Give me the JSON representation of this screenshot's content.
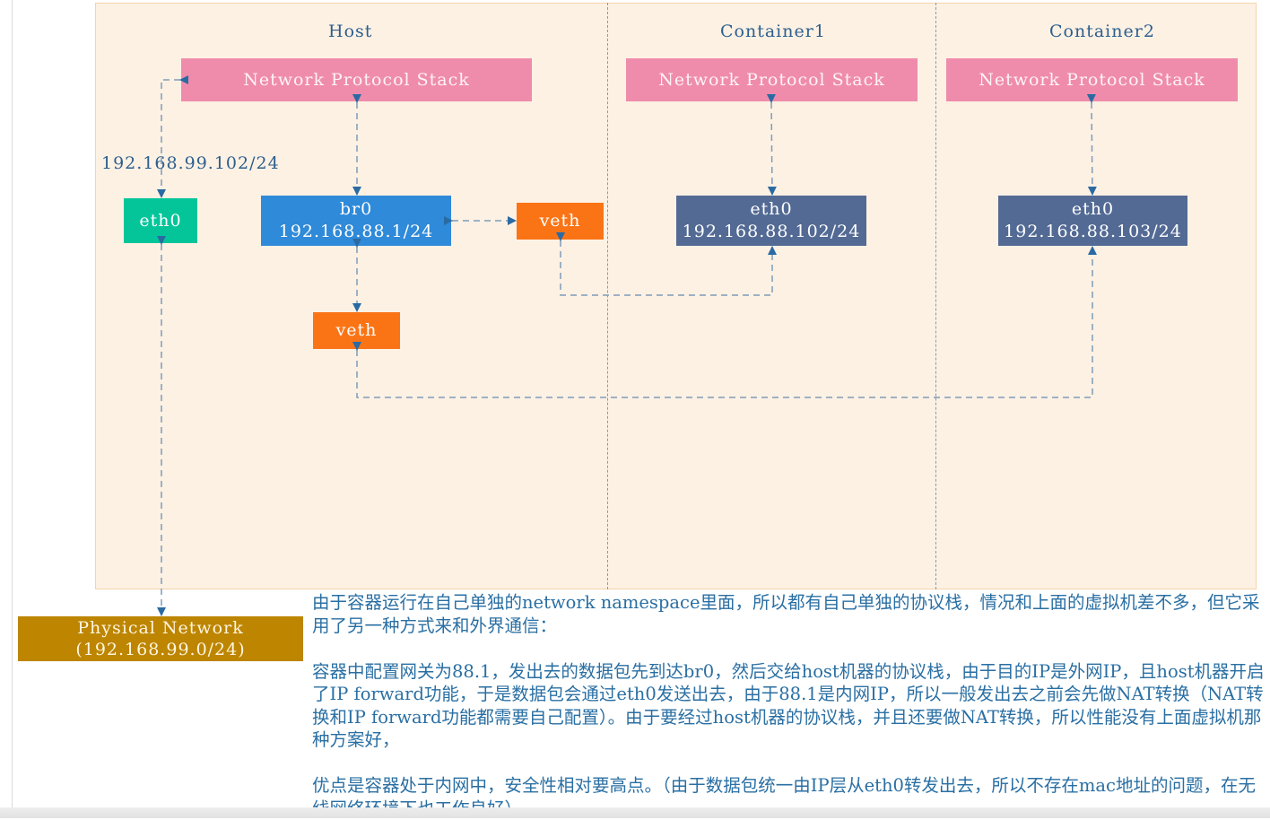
{
  "diagram": {
    "sections": [
      {
        "title": "Host"
      },
      {
        "title": "Container1"
      },
      {
        "title": "Container2"
      }
    ],
    "host": {
      "stack_label": "Network Protocol Stack",
      "eth0_ip_label": "192.168.99.102/24",
      "eth0_label": "eth0",
      "bridge": {
        "name": "br0",
        "ip": "192.168.88.1/24"
      },
      "veth_right_label": "veth",
      "veth_bottom_label": "veth"
    },
    "container1": {
      "stack_label": "Network Protocol Stack",
      "eth_name": "eth0",
      "eth_ip": "192.168.88.102/24"
    },
    "container2": {
      "stack_label": "Network Protocol Stack",
      "eth_name": "eth0",
      "eth_ip": "192.168.88.103/24"
    },
    "physical_network": {
      "name": "Physical Network",
      "cidr": "(192.168.99.0/24)"
    },
    "colors": {
      "stack": "#ef8cac",
      "bridge": "#2f8ad9",
      "host_eth0": "#04c59a",
      "veth": "#fa7416",
      "container_eth0": "#536a94",
      "physical_network": "#bd8500",
      "connector": "#2a6aa3",
      "background": "#fdf1e4"
    }
  },
  "description": {
    "paragraphs": [
      "由于容器运行在自己单独的network namespace里面，所以都有自己单独的协议栈，情况和上面的虚拟机差不多，但它采用了另一种方式来和外界通信：",
      "容器中配置网关为88.1，发出去的数据包先到达br0，然后交给host机器的协议栈，由于目的IP是外网IP，且host机器开启了IP forward功能，于是数据包会通过eth0发送出去，由于88.1是内网IP，所以一般发出去之前会先做NAT转换（NAT转换和IP forward功能都需要自己配置）。由于要经过host机器的协议栈，并且还要做NAT转换，所以性能没有上面虚拟机那种方案好，",
      "优点是容器处于内网中，安全性相对要高点。（由于数据包统一由IP层从eth0转发出去，所以不存在mac地址的问题，在无线网络环境下也工作良好）"
    ]
  }
}
